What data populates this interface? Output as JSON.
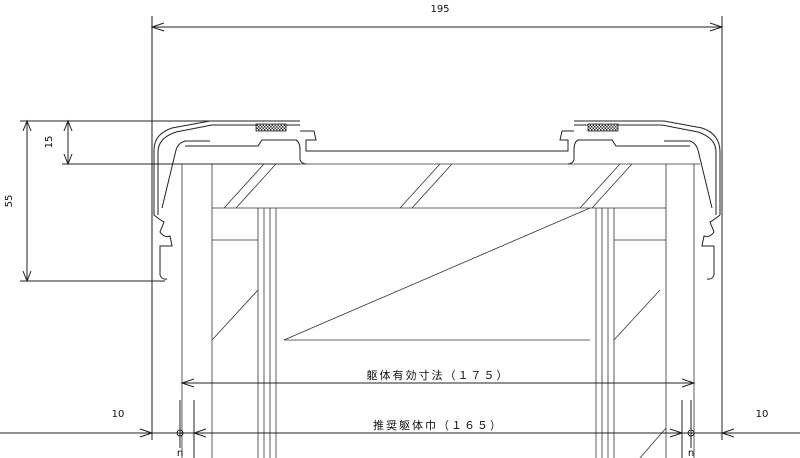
{
  "dimensions": {
    "overall_width": "195",
    "cover_height": "15",
    "total_height": "55",
    "left_margin": "10",
    "right_margin": "10",
    "left_n": "n",
    "right_n": "n",
    "effective_body_size": "躯体有効寸法（１７５）",
    "recommended_body_width": "推奨躯体巾（１６５）"
  }
}
